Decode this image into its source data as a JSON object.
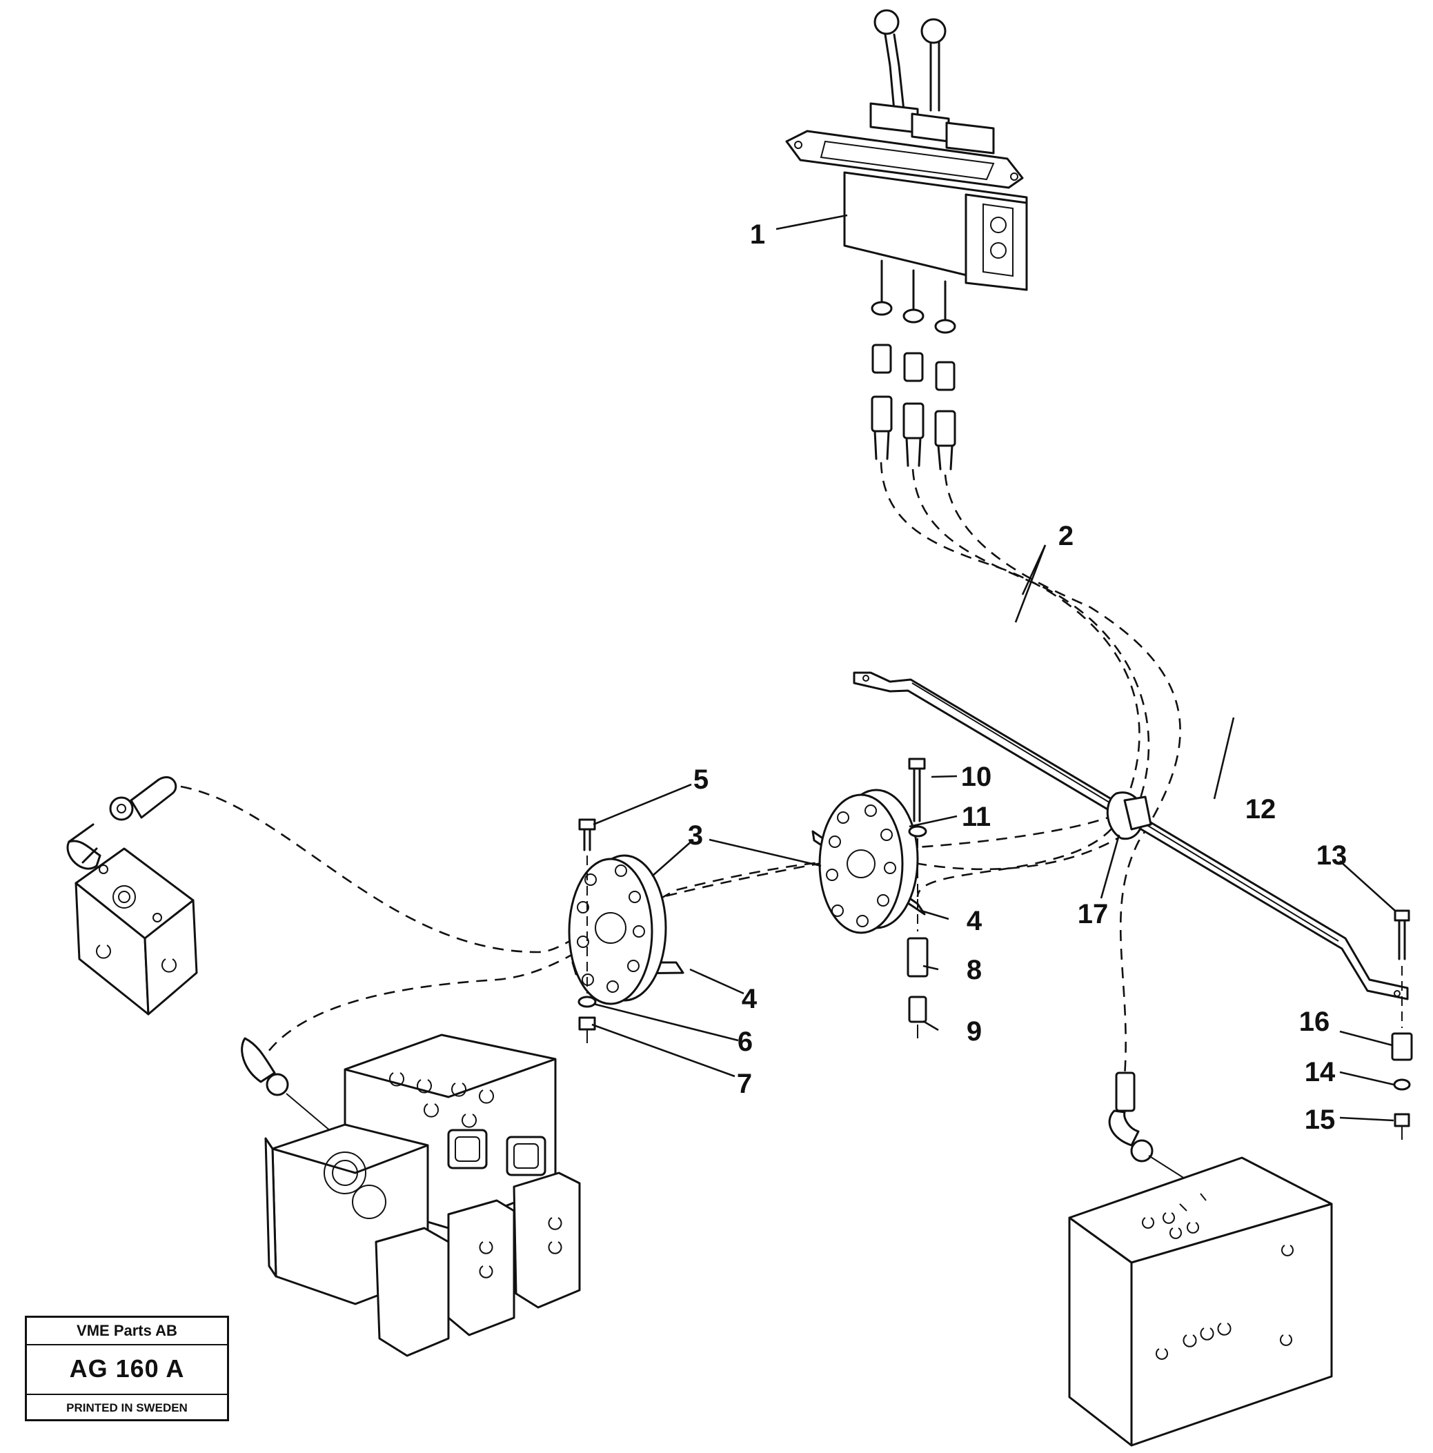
{
  "callouts": [
    "1",
    "2",
    "3",
    "4",
    "4",
    "5",
    "6",
    "7",
    "8",
    "9",
    "10",
    "11",
    "12",
    "13",
    "14",
    "15",
    "16",
    "17"
  ],
  "title_block": {
    "company": "VME Parts AB",
    "code": "AG 160 A",
    "printed": "PRINTED IN SWEDEN"
  }
}
